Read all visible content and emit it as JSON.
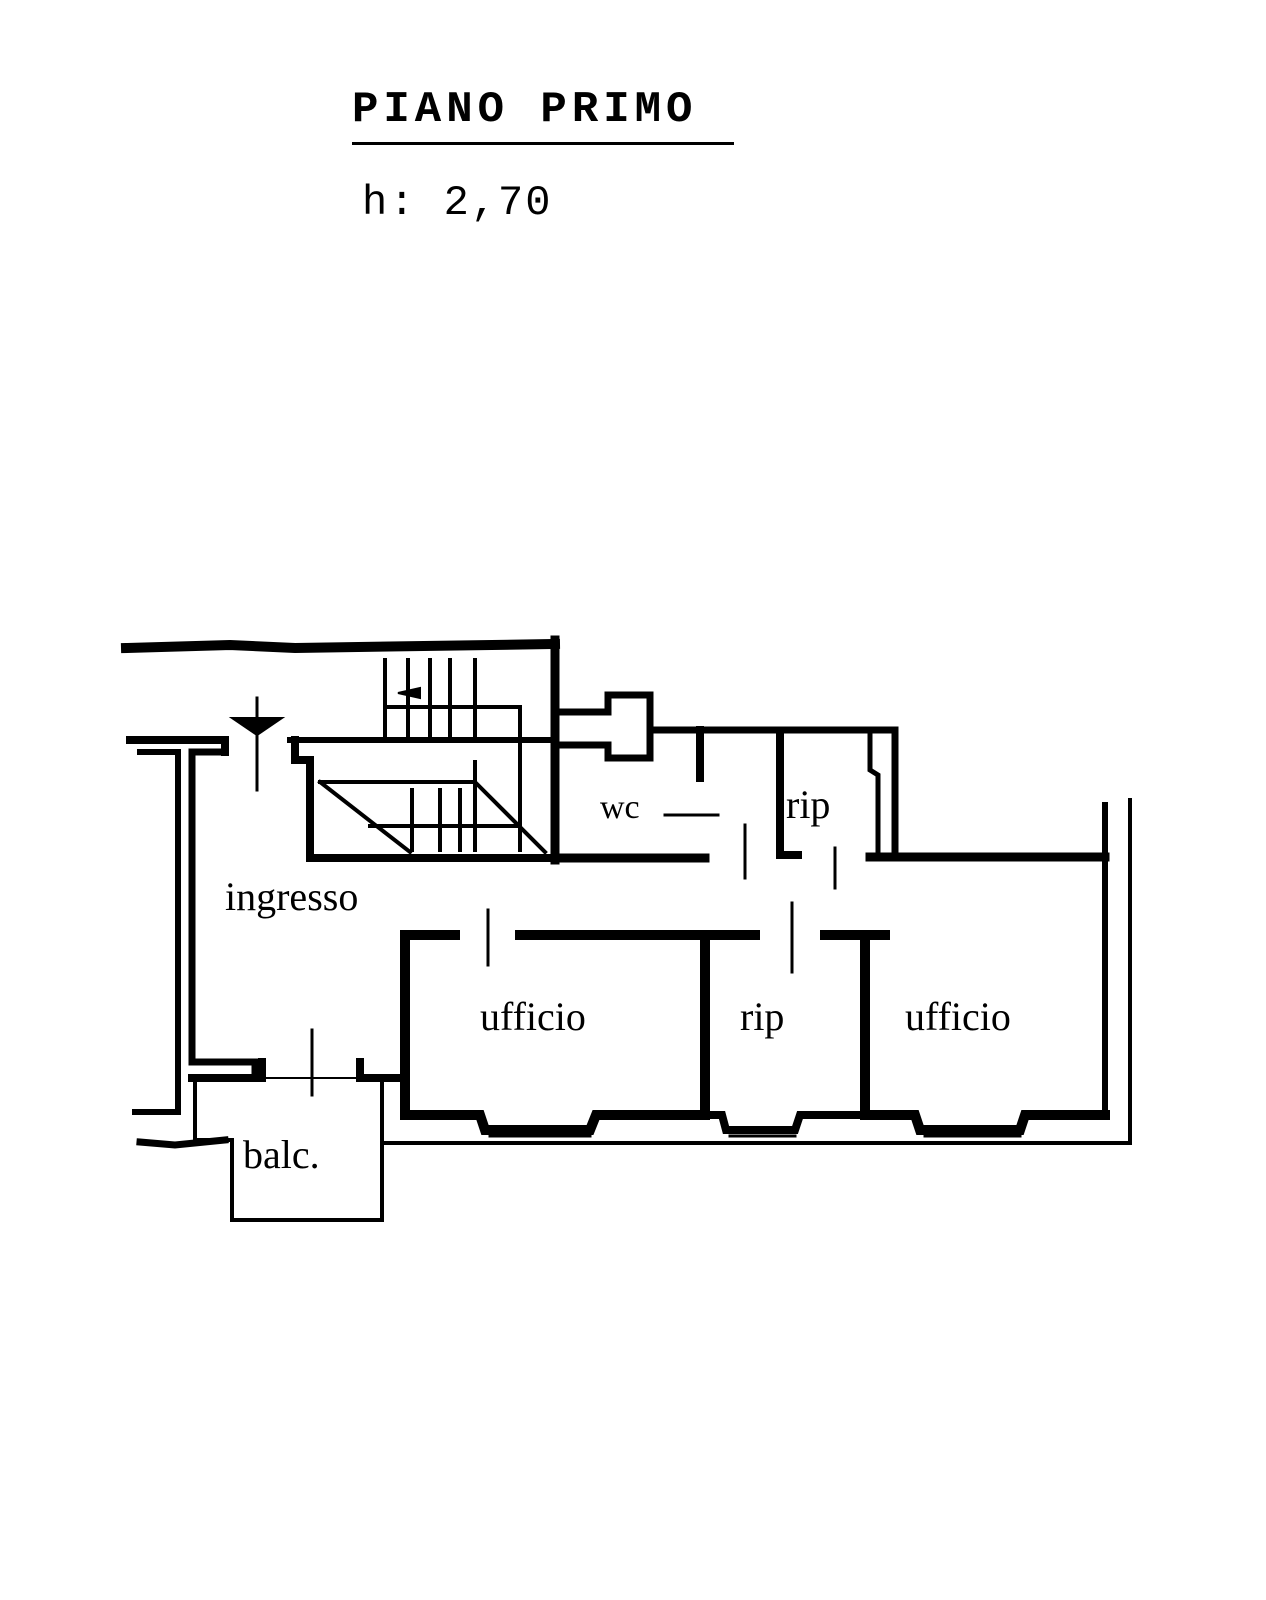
{
  "header": {
    "title": "PIANO PRIMO",
    "height": "h: 2,70"
  },
  "rooms": {
    "ingresso": "ingresso",
    "wc": "wc",
    "rip_top": "rip",
    "ufficio_left": "ufficio",
    "rip_middle": "rip",
    "ufficio_right": "ufficio",
    "balcony": "balc."
  },
  "colors": {
    "ink": "#000000",
    "paper": "#ffffff"
  }
}
